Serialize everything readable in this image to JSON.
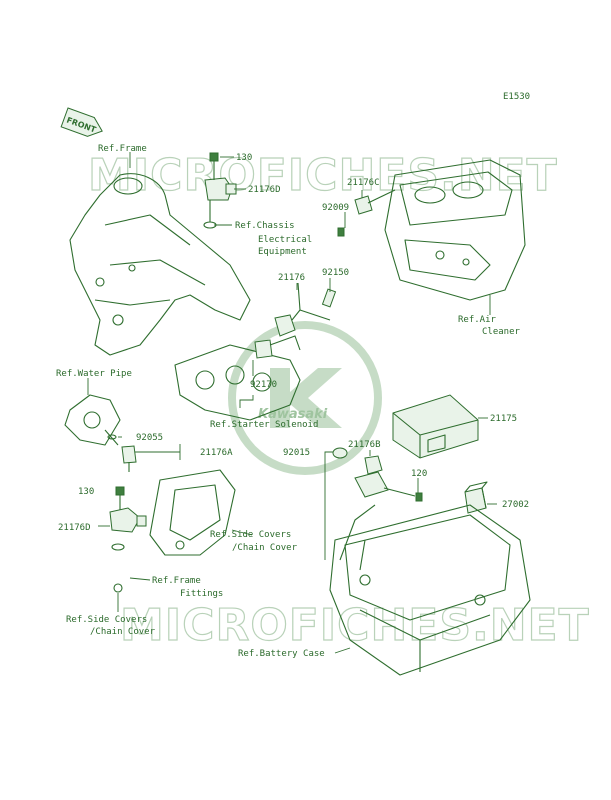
{
  "diagram_code": "E1530",
  "front_tag": "FRONT",
  "watermark": "MICROFICHES.NET",
  "logo_text": "Kawasaki",
  "colors": {
    "line": "#2f6e2f",
    "text": "#2c6b2c",
    "watermark": "#b9d2b9"
  },
  "labels": {
    "ref_frame": "Ref.Frame",
    "p130_top": "130",
    "p21176D_top": "21176D",
    "ref_chassis_1": "Ref.Chassis",
    "ref_chassis_2": "Electrical",
    "ref_chassis_3": "Equipment",
    "p21176C": "21176C",
    "p92009": "92009",
    "p21176": "21176",
    "p92150": "92150",
    "ref_air_1": "Ref.Air",
    "ref_air_2": "Cleaner",
    "ref_water_pipe": "Ref.Water Pipe",
    "p92170": "92170",
    "ref_starter": "Ref.Starter Solenoid",
    "p21175": "21175",
    "p92055": "92055",
    "p21176A": "21176A",
    "p92015": "92015",
    "p21176B": "21176B",
    "p120": "120",
    "p130_left": "130",
    "p27002": "27002",
    "p21176D_left": "21176D",
    "ref_sidecov1_1": "Ref.Side Covers",
    "ref_sidecov1_2": "/Chain Cover",
    "ref_frame_fit_1": "Ref.Frame",
    "ref_frame_fit_2": "Fittings",
    "ref_sidecov2_1": "Ref.Side Covers",
    "ref_sidecov2_2": "/Chain Cover",
    "ref_battery": "Ref.Battery Case"
  }
}
